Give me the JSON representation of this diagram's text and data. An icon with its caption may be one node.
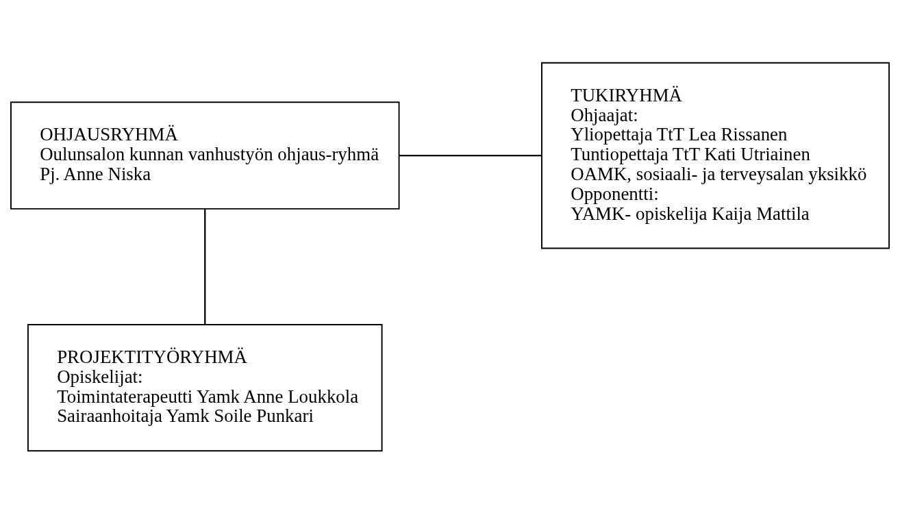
{
  "diagram": {
    "nodes": [
      {
        "text": [
          "OHJAUSRYHMÄ",
          "Oulunsalon kunnan vanhustyön ohjaus-ryhmä",
          "Pj. Anne Niska"
        ]
      },
      {
        "text": [
          "TUKIRYHMÄ",
          "Ohjaajat:",
          "Yliopettaja TtT Lea Rissanen",
          "Tuntiopettaja TtT Kati Utriainen",
          "OAMK, sosiaali- ja terveysalan yksikkö",
          "Opponentti:",
          "YAMK- opiskelija Kaija Mattila"
        ]
      },
      {
        "text": [
          "PROJEKTITYÖRYHMÄ",
          "Opiskelijat:",
          "Toimintaterapeutti Yamk Anne Loukkola",
          "Sairaanhoitaja Yamk Soile Punkari"
        ]
      }
    ],
    "edges": [
      {
        "from": 0,
        "to": 1,
        "arrow": "none"
      },
      {
        "from": 0,
        "to": 2,
        "arrow": "none"
      }
    ]
  }
}
